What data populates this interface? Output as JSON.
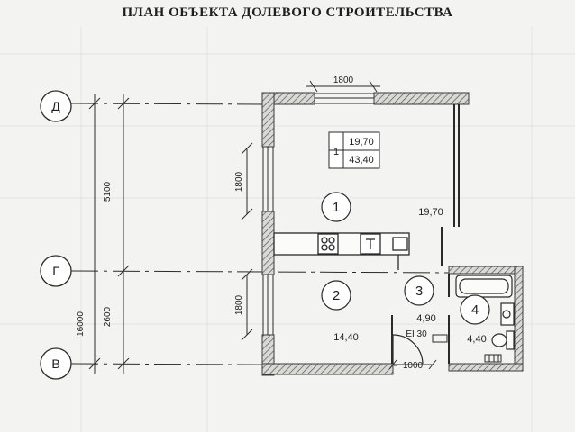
{
  "title": "ПЛАН ОБЪЕКТА ДОЛЕВОГО СТРОИТЕЛЬСТВА",
  "axes": [
    {
      "label": "Д"
    },
    {
      "label": "Г"
    },
    {
      "label": "В"
    }
  ],
  "dimensions": {
    "window_top": "1800",
    "window_left_upper": "1800",
    "window_left_lower": "1800",
    "span_d_g": "5100",
    "span_g_v": "2600",
    "overall": "16000",
    "door": "1000"
  },
  "summary": {
    "apartment_no": "1",
    "living_area": "19,70",
    "total_area": "43,40"
  },
  "rooms": [
    {
      "number": "1",
      "area": "19,70"
    },
    {
      "number": "2",
      "area": "14,40"
    },
    {
      "number": "3",
      "area": "4,90"
    },
    {
      "number": "4",
      "area": "4,40"
    }
  ],
  "door_rating": "EI 30",
  "colors": {
    "wall": "#3a3a3a",
    "line": "#2a2a2a",
    "paper": "#f3f4f1"
  }
}
